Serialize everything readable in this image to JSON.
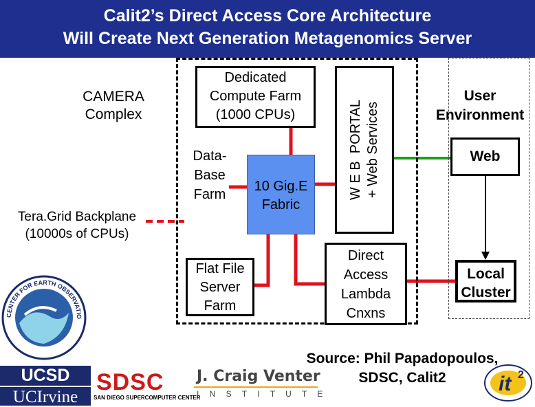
{
  "header": {
    "title_line1": "Calit2’s Direct Access Core Architecture",
    "title_line2": "Will Create Next Generation Metagenomics Server"
  },
  "nodes": {
    "camera_complex": [
      "CAMERA",
      "Complex"
    ],
    "teragrid_backplane": [
      "Tera.Grid Backplane",
      "(10000s of CPUs)"
    ],
    "dedicated_compute_farm": [
      "Dedicated",
      "Compute Farm",
      "(1000 CPUs)"
    ],
    "database_farm": [
      "Data-",
      "Base",
      "Farm"
    ],
    "fabric": [
      "10 Gig.E",
      "Fabric"
    ],
    "flat_file_server_farm": [
      "Flat File",
      "Server",
      "Farm"
    ],
    "web_portal": [
      "W E B  PORTAL",
      "+ Web Services"
    ],
    "direct_access": [
      "Direct",
      "Access",
      "Lambda",
      "Cnxns"
    ],
    "user_environment": [
      "User",
      "Environment"
    ],
    "web": "Web",
    "local_cluster": [
      "Local",
      "Cluster"
    ]
  },
  "source": {
    "line1": "Source: Phil Papadopoulos,",
    "line2": "SDSC, Calit2"
  },
  "logos": {
    "ceoa_text": "CENTER FOR EARTH OBSERVATIONS & APPLICATIONS",
    "ucsd": "UCSD",
    "ucirvine": "UCIrvine",
    "sdsc": "SDSC",
    "sdsc_sub": "SAN DIEGO SUPERCOMPUTER CENTER",
    "venter": "J. Craig Venter",
    "venter_sub": "I N S T I T U T E",
    "it2": "it",
    "it2_sup": "2"
  },
  "colors": {
    "header_bg": "#1f2f8f",
    "fabric_fill": "#5b8ff0",
    "red_link": "#e0121c",
    "green_link": "#16a316",
    "ucsd_navy": "#1b2a6b",
    "sdsc_red": "#cc1b1b"
  }
}
